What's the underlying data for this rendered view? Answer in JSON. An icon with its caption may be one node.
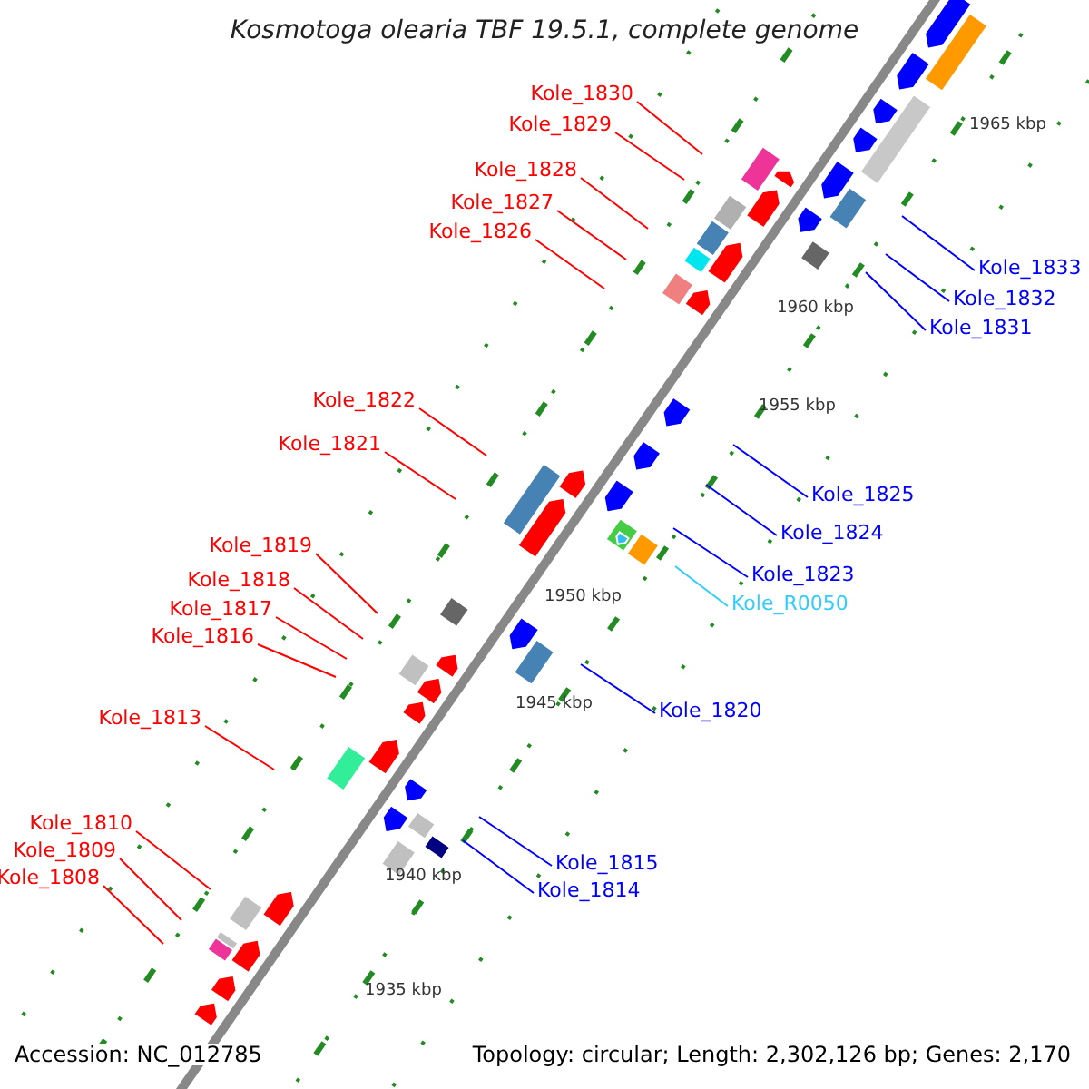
{
  "diagram": {
    "title": "Kosmotoga olearia TBF 19.5.1, complete genome",
    "nodes": [
      {
        "text": [
          "Kole_1830"
        ]
      },
      {
        "text": [
          "Kole_1829"
        ]
      },
      {
        "text": [
          "Kole_1828"
        ]
      },
      {
        "text": [
          "Kole_1827"
        ]
      },
      {
        "text": [
          "Kole_1826"
        ]
      },
      {
        "text": [
          "Kole_1833"
        ]
      },
      {
        "text": [
          "Kole_1832"
        ]
      },
      {
        "text": [
          "Kole_1831"
        ]
      },
      {
        "text": [
          "Kole_1822"
        ]
      },
      {
        "text": [
          "Kole_1821"
        ]
      },
      {
        "text": [
          "Kole_1825"
        ]
      },
      {
        "text": [
          "Kole_1824"
        ]
      },
      {
        "text": [
          "Kole_1819"
        ]
      },
      {
        "text": [
          "Kole_1823"
        ]
      },
      {
        "text": [
          "Kole_1818"
        ]
      },
      {
        "text": [
          "Kole_R0050"
        ]
      },
      {
        "text": [
          "Kole_1817"
        ]
      },
      {
        "text": [
          "Kole_1816"
        ]
      },
      {
        "text": [
          "Kole_1820"
        ]
      },
      {
        "text": [
          "Kole_1813"
        ]
      },
      {
        "text": [
          "Kole_1810"
        ]
      },
      {
        "text": [
          "Kole_1809"
        ]
      },
      {
        "text": [
          "Kole_1815"
        ]
      },
      {
        "text": [
          "Kole_1808"
        ]
      },
      {
        "text": [
          "Kole_1814"
        ]
      }
    ],
    "edges": [
      {
        "from": 0,
        "to": null,
        "arrow": "none"
      },
      {
        "from": 1,
        "to": null,
        "arrow": "none"
      },
      {
        "from": 2,
        "to": null,
        "arrow": "none"
      },
      {
        "from": 3,
        "to": null,
        "arrow": "none"
      },
      {
        "from": 4,
        "to": null,
        "arrow": "none"
      },
      {
        "from": 5,
        "to": null,
        "arrow": "none",
        "color": "#0000ff"
      },
      {
        "from": 6,
        "to": null,
        "arrow": "none",
        "color": "#0000ff"
      },
      {
        "from": 7,
        "to": null,
        "arrow": "none",
        "color": "#0000ff"
      },
      {
        "from": 8,
        "to": null,
        "arrow": "none"
      },
      {
        "from": 9,
        "to": null,
        "arrow": "none"
      },
      {
        "from": 10,
        "to": null,
        "arrow": "none",
        "color": "#0000ff"
      },
      {
        "from": 11,
        "to": null,
        "arrow": "none",
        "color": "#0000ff"
      },
      {
        "from": 12,
        "to": null,
        "arrow": "none"
      },
      {
        "from": 13,
        "to": null,
        "arrow": "none",
        "color": "#0000ff"
      },
      {
        "from": 14,
        "to": null,
        "arrow": "none"
      },
      {
        "from": 15,
        "to": null,
        "arrow": "none",
        "color": "#33ccff"
      },
      {
        "from": 16,
        "to": null,
        "arrow": "none"
      },
      {
        "from": 17,
        "to": null,
        "arrow": "none"
      },
      {
        "from": 18,
        "to": null,
        "arrow": "none",
        "color": "#0000ff"
      },
      {
        "from": 19,
        "to": null,
        "arrow": "none"
      },
      {
        "from": 20,
        "to": null,
        "arrow": "none"
      },
      {
        "from": 21,
        "to": null,
        "arrow": "none"
      },
      {
        "from": 22,
        "to": null,
        "arrow": "none",
        "color": "#0000ff"
      },
      {
        "from": 23,
        "to": null,
        "arrow": "none"
      },
      {
        "from": 24,
        "to": null,
        "arrow": "none",
        "color": "#0000ff"
      }
    ],
    "labels": [
      "1965 kbp",
      "1960 kbp",
      "1955 kbp",
      "1950 kbp",
      "1945 kbp",
      "1940 kbp",
      "1935 kbp",
      "Accession: NC_012785",
      "Topology: circular; Length: 2,302,126 bp; Genes: 2,170"
    ]
  }
}
